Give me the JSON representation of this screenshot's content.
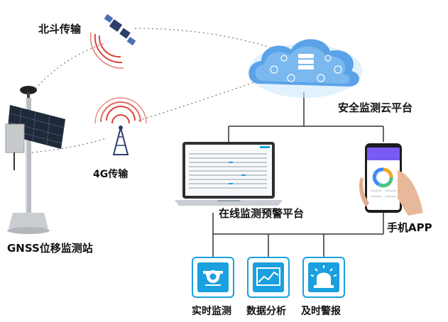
{
  "labels": {
    "beidou": "北斗传输",
    "g4": "4G传输",
    "cloud": "安全监测云平台",
    "online": "在线监测预警平台",
    "app": "手机APP",
    "station": "GNSS位移监测站"
  },
  "functions": [
    {
      "label": "实时监测",
      "icon": "camera-icon"
    },
    {
      "label": "数据分析",
      "icon": "chart-icon"
    },
    {
      "label": "及时警报",
      "icon": "alarm-icon"
    }
  ],
  "colors": {
    "accent": "#1aa0de",
    "cloud": "#5aa3e8",
    "signal": "#d9433a",
    "line": "#333333"
  }
}
